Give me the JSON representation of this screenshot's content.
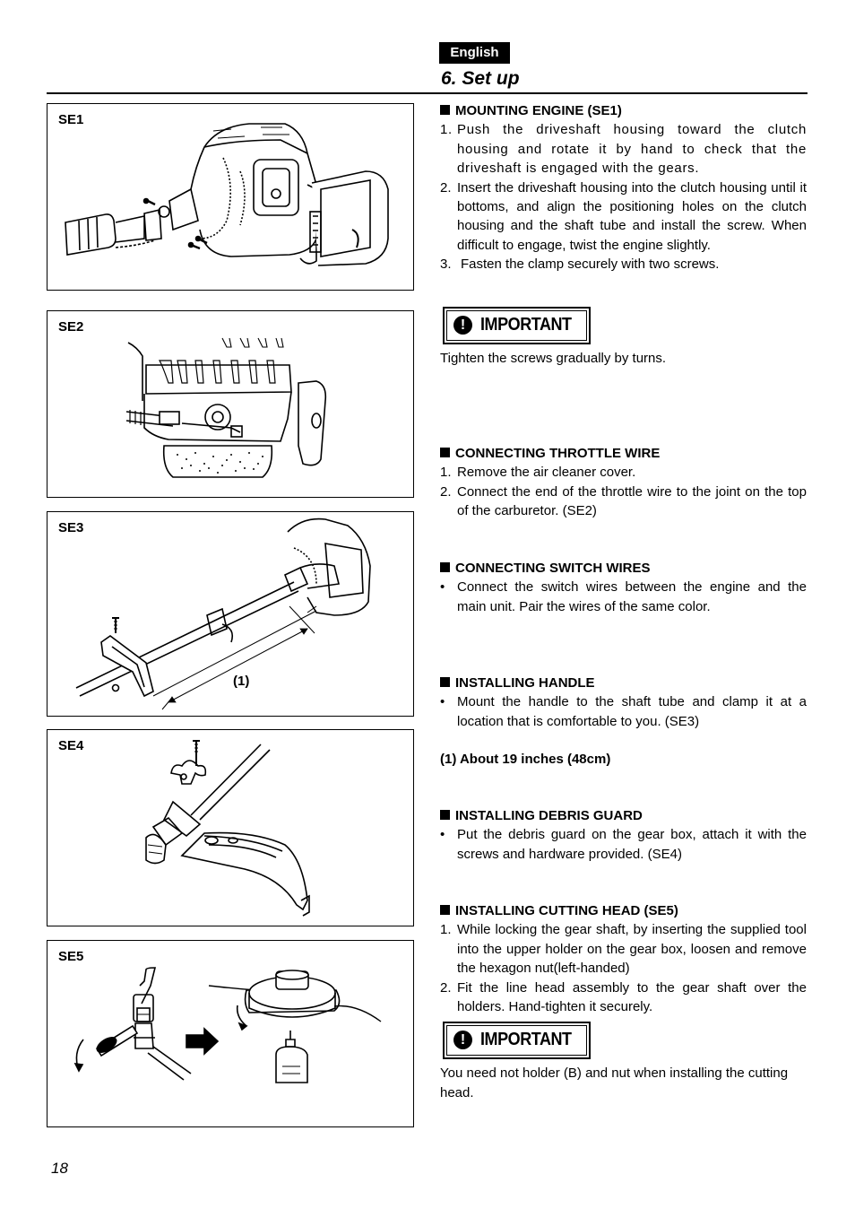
{
  "header": {
    "language": "English",
    "section_title": "6. Set up"
  },
  "figures": {
    "se1": "SE1",
    "se2": "SE2",
    "se3": "SE3",
    "se3_dimension_label": "(1)",
    "se4": "SE4",
    "se5": "SE5"
  },
  "mounting_engine": {
    "heading": "MOUNTING ENGINE (SE1)",
    "steps": [
      {
        "num": "1.",
        "text": "Push the driveshaft housing toward the clutch housing and rotate it by hand to check that the driveshaft is engaged with the gears."
      },
      {
        "num": "2.",
        "text": "Insert the driveshaft housing into the clutch housing until it bottoms, and align the positioning holes on the clutch housing and the shaft tube and install the screw. When difficult to engage, twist the engine slightly."
      },
      {
        "num": "3.",
        "text": "Fasten the clamp securely with two screws."
      }
    ]
  },
  "important_1": {
    "label": "IMPORTANT",
    "text": "Tighten the screws gradually by turns."
  },
  "throttle_wire": {
    "heading": "CONNECTING THROTTLE WIRE",
    "steps": [
      {
        "num": "1.",
        "text": "Remove the air cleaner cover."
      },
      {
        "num": "2.",
        "text": "Connect the end of the throttle wire to the joint on the top of the carburetor. (SE2)"
      }
    ]
  },
  "switch_wires": {
    "heading": "CONNECTING SWITCH WIRES",
    "bullets": [
      "Connect the switch wires between the engine and the main unit. Pair the wires of the same color."
    ]
  },
  "installing_handle": {
    "heading": "INSTALLING HANDLE",
    "bullets": [
      "Mount the handle to the shaft tube and clamp it at a location that is comfortable to you. (SE3)"
    ],
    "note": "(1) About 19 inches (48cm)"
  },
  "debris_guard": {
    "heading": "INSTALLING DEBRIS GUARD",
    "bullets": [
      "Put the debris guard on the gear box, attach it with the screws and hardware provided. (SE4)"
    ]
  },
  "cutting_head": {
    "heading": "INSTALLING CUTTING HEAD (SE5)",
    "steps": [
      {
        "num": "1.",
        "text": "While locking the gear shaft, by inserting the supplied tool into the upper holder on the gear box, loosen and remove the hexagon nut(left-handed)"
      },
      {
        "num": "2.",
        "text": "Fit the line head assembly to the gear shaft over the holders. Hand-tighten it securely."
      }
    ]
  },
  "important_2": {
    "label": "IMPORTANT",
    "text": "You need not holder (B) and nut when installing the cutting head."
  },
  "bullet_symbol": "•",
  "exclamation": "!",
  "page_number": "18"
}
